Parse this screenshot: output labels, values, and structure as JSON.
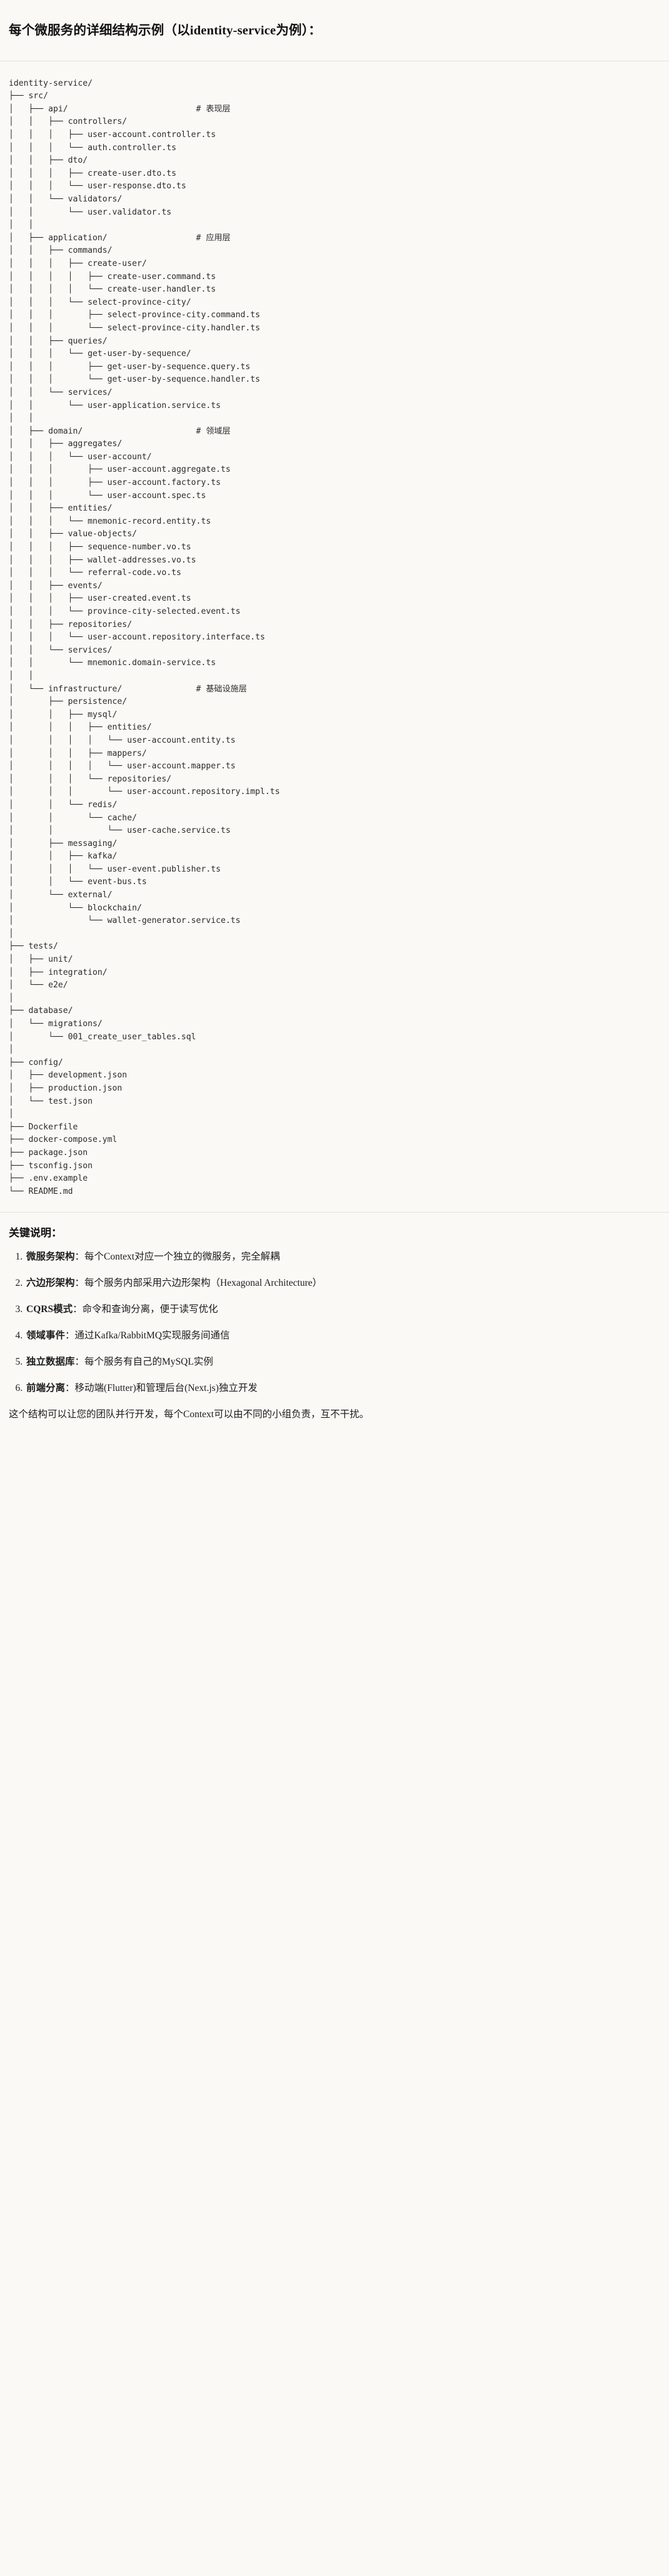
{
  "heading": {
    "main": "每个微服务的详细结构示例",
    "paren": "（以identity-service为例）：",
    "full": "每个微服务的详细结构示例（以identity-service为例）："
  },
  "tree": {
    "root": "identity-service/",
    "comments": {
      "api": "# 表现层",
      "application": "# 应用层",
      "domain": "# 领域层",
      "infrastructure": "# 基础设施层"
    },
    "text": "identity-service/\n├── src/\n│   ├── api/                          # 表现层\n│   │   ├── controllers/\n│   │   │   ├── user-account.controller.ts\n│   │   │   └── auth.controller.ts\n│   │   ├── dto/\n│   │   │   ├── create-user.dto.ts\n│   │   │   └── user-response.dto.ts\n│   │   └── validators/\n│   │       └── user.validator.ts\n│   │\n│   ├── application/                  # 应用层\n│   │   ├── commands/\n│   │   │   ├── create-user/\n│   │   │   │   ├── create-user.command.ts\n│   │   │   │   └── create-user.handler.ts\n│   │   │   └── select-province-city/\n│   │   │       ├── select-province-city.command.ts\n│   │   │       └── select-province-city.handler.ts\n│   │   ├── queries/\n│   │   │   └── get-user-by-sequence/\n│   │   │       ├── get-user-by-sequence.query.ts\n│   │   │       └── get-user-by-sequence.handler.ts\n│   │   └── services/\n│   │       └── user-application.service.ts\n│   │\n│   ├── domain/                       # 领域层\n│   │   ├── aggregates/\n│   │   │   └── user-account/\n│   │   │       ├── user-account.aggregate.ts\n│   │   │       ├── user-account.factory.ts\n│   │   │       └── user-account.spec.ts\n│   │   ├── entities/\n│   │   │   └── mnemonic-record.entity.ts\n│   │   ├── value-objects/\n│   │   │   ├── sequence-number.vo.ts\n│   │   │   ├── wallet-addresses.vo.ts\n│   │   │   └── referral-code.vo.ts\n│   │   ├── events/\n│   │   │   ├── user-created.event.ts\n│   │   │   └── province-city-selected.event.ts\n│   │   ├── repositories/\n│   │   │   └── user-account.repository.interface.ts\n│   │   └── services/\n│   │       └── mnemonic.domain-service.ts\n│   │\n│   └── infrastructure/               # 基础设施层\n│       ├── persistence/\n│       │   ├── mysql/\n│       │   │   ├── entities/\n│       │   │   │   └── user-account.entity.ts\n│       │   │   ├── mappers/\n│       │   │   │   └── user-account.mapper.ts\n│       │   │   └── repositories/\n│       │   │       └── user-account.repository.impl.ts\n│       │   └── redis/\n│       │       └── cache/\n│       │           └── user-cache.service.ts\n│       ├── messaging/\n│       │   ├── kafka/\n│       │   │   └── user-event.publisher.ts\n│       │   └── event-bus.ts\n│       └── external/\n│           └── blockchain/\n│               └── wallet-generator.service.ts\n│\n├── tests/\n│   ├── unit/\n│   ├── integration/\n│   └── e2e/\n│\n├── database/\n│   └── migrations/\n│       └── 001_create_user_tables.sql\n│\n├── config/\n│   ├── development.json\n│   ├── production.json\n│   └── test.json\n│\n├── Dockerfile\n├── docker-compose.yml\n├── package.json\n├── tsconfig.json\n├── .env.example\n└── README.md"
  },
  "notes": {
    "title": "关键说明：",
    "items": [
      {
        "term": "微服务架构",
        "sep": "：",
        "desc": "每个Context对应一个独立的微服务，完全解耦"
      },
      {
        "term": "六边形架构",
        "sep": "：",
        "desc": "每个服务内部采用六边形架构（Hexagonal Architecture）"
      },
      {
        "term": "CQRS模式",
        "sep": "：",
        "desc": "命令和查询分离，便于读写优化"
      },
      {
        "term": "领域事件",
        "sep": "：",
        "desc": "通过Kafka/RabbitMQ实现服务间通信"
      },
      {
        "term": "独立数据库",
        "sep": "：",
        "desc": "每个服务有自己的MySQL实例"
      },
      {
        "term": "前端分离",
        "sep": "：",
        "desc": "移动端(Flutter)和管理后台(Next.js)独立开发"
      }
    ],
    "closing": "这个结构可以让您的团队并行开发，每个Context可以由不同的小组负责，互不干扰。"
  },
  "colors": {
    "background": "#faf9f6",
    "text": "#1a1a1a",
    "tree_text": "#2b2b2b",
    "divider": "#e3e1dc"
  }
}
